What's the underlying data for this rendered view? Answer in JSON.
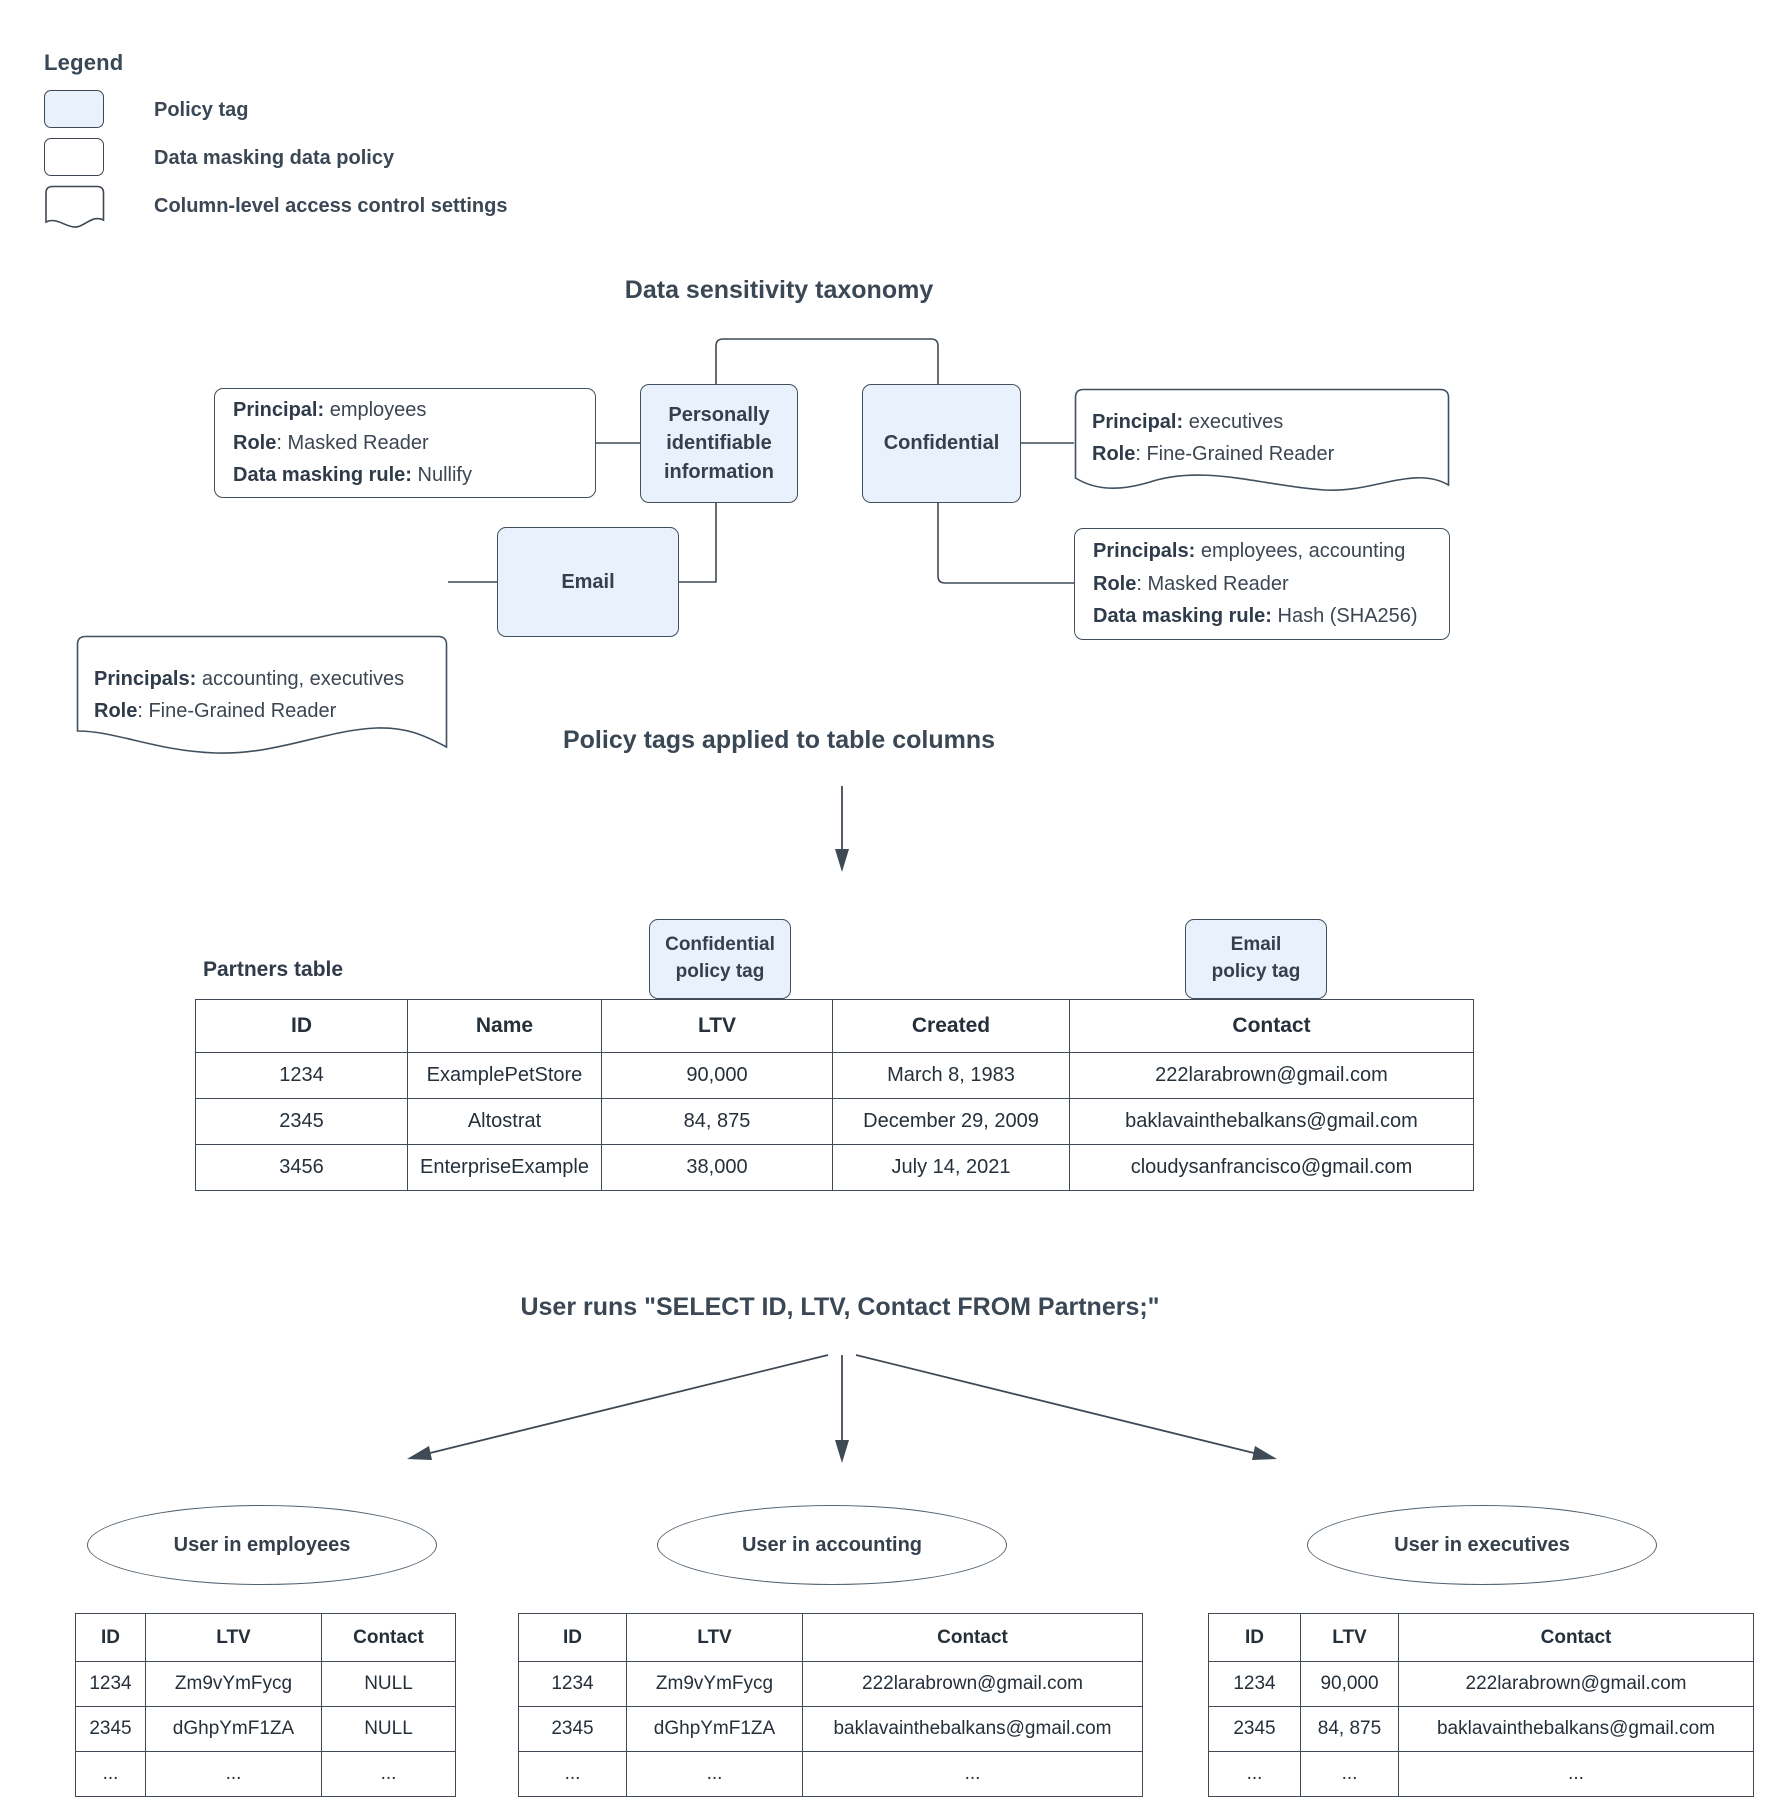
{
  "legend": {
    "title": "Legend",
    "items": [
      {
        "label": "Policy tag",
        "shape": "rounded-filled"
      },
      {
        "label": "Data masking data policy",
        "shape": "rounded-plain"
      },
      {
        "label": "Column-level access control settings",
        "shape": "wavy-bottom"
      }
    ]
  },
  "taxonomy": {
    "title": "Data sensitivity taxonomy",
    "tags": {
      "pii": "Personally identifiable information",
      "confidential": "Confidential",
      "email": "Email"
    },
    "policies": {
      "pii_masking": {
        "line1_label": "Principal:",
        "line1_value": " employees",
        "line2_label": "Role",
        "line2_value": ": Masked Reader",
        "line3_label": "Data masking rule:",
        "line3_value": " Nullify"
      },
      "email_access": {
        "line1_label": "Principals:",
        "line1_value": " accounting, executives",
        "line2_label": "Role",
        "line2_value": ": Fine-Grained Reader"
      },
      "confidential_access": {
        "line1_label": "Principal:",
        "line1_value": " executives",
        "line2_label": "Role",
        "line2_value": ": Fine-Grained Reader"
      },
      "confidential_masking": {
        "line1_label": "Principals:",
        "line1_value": " employees, accounting",
        "line2_label": "Role",
        "line2_value": ": Masked Reader",
        "line3_label": "Data masking rule:",
        "line3_value": " Hash (SHA256)"
      }
    }
  },
  "applied": {
    "title": "Policy tags applied to table columns",
    "table_caption": "Partners table",
    "callouts": {
      "confidential": "Confidential\npolicy tag",
      "confidential_l1": "Confidential",
      "confidential_l2": "policy tag",
      "email_l1": "Email",
      "email_l2": "policy tag"
    },
    "partners_table": {
      "columns": [
        "ID",
        "Name",
        "LTV",
        "Created",
        "Contact"
      ],
      "rows": [
        [
          "1234",
          "ExamplePetStore",
          "90,000",
          "March 8, 1983",
          "222larabrown@gmail.com"
        ],
        [
          "2345",
          "Altostrat",
          "84, 875",
          "December 29, 2009",
          "baklavainthebalkans@gmail.com"
        ],
        [
          "3456",
          "EnterpriseExample",
          "38,000",
          "July 14, 2021",
          "cloudysanfrancisco@gmail.com"
        ]
      ]
    }
  },
  "query": {
    "title": "User runs \"SELECT ID, LTV, Contact FROM Partners;\""
  },
  "results": [
    {
      "persona": "User in employees",
      "columns": [
        "ID",
        "LTV",
        "Contact"
      ],
      "rows": [
        [
          "1234",
          "Zm9vYmFycg",
          "NULL"
        ],
        [
          "2345",
          "dGhpYmF1ZA",
          "NULL"
        ],
        [
          "...",
          "...",
          "..."
        ]
      ]
    },
    {
      "persona": "User in accounting",
      "columns": [
        "ID",
        "LTV",
        "Contact"
      ],
      "rows": [
        [
          "1234",
          "Zm9vYmFycg",
          "222larabrown@gmail.com"
        ],
        [
          "2345",
          "dGhpYmF1ZA",
          "baklavainthebalkans@gmail.com"
        ],
        [
          "...",
          "...",
          "..."
        ]
      ]
    },
    {
      "persona": "User in executives",
      "columns": [
        "ID",
        "LTV",
        "Contact"
      ],
      "rows": [
        [
          "1234",
          "90,000",
          "222larabrown@gmail.com"
        ],
        [
          "2345",
          "84, 875",
          "baklavainthebalkans@gmail.com"
        ],
        [
          "...",
          "...",
          "..."
        ]
      ]
    }
  ],
  "colors": {
    "policy_tag_fill": "#e9f1fd",
    "stroke": "#41505e",
    "text": "#2f3b4a",
    "connector": "#3f4a55"
  }
}
